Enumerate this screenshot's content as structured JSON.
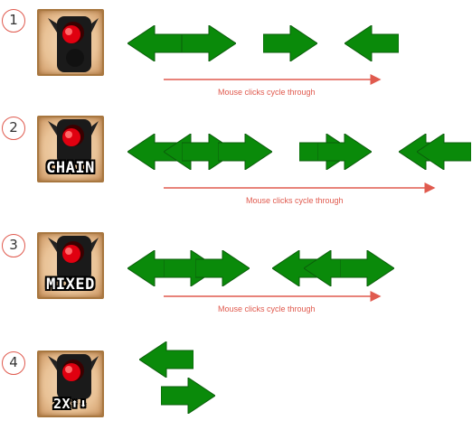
{
  "sections": [
    {
      "number": "1",
      "icon_label": "",
      "caption": "Mouse clicks cycle through"
    },
    {
      "number": "2",
      "icon_label": "CHAIN",
      "caption": "Mouse clicks cycle through"
    },
    {
      "number": "3",
      "icon_label": "MIXED",
      "caption": "Mouse clicks cycle through"
    },
    {
      "number": "4",
      "icon_label": "2X⬆⬇",
      "caption": ""
    }
  ],
  "icons": {
    "tile": "traffic-light-icon",
    "arrow_shape": "green-arrow-icon"
  },
  "colors": {
    "arrow_fill": "#0a8a0a",
    "arrow_stroke": "#0b5e0b",
    "accent": "#e05a4e"
  }
}
